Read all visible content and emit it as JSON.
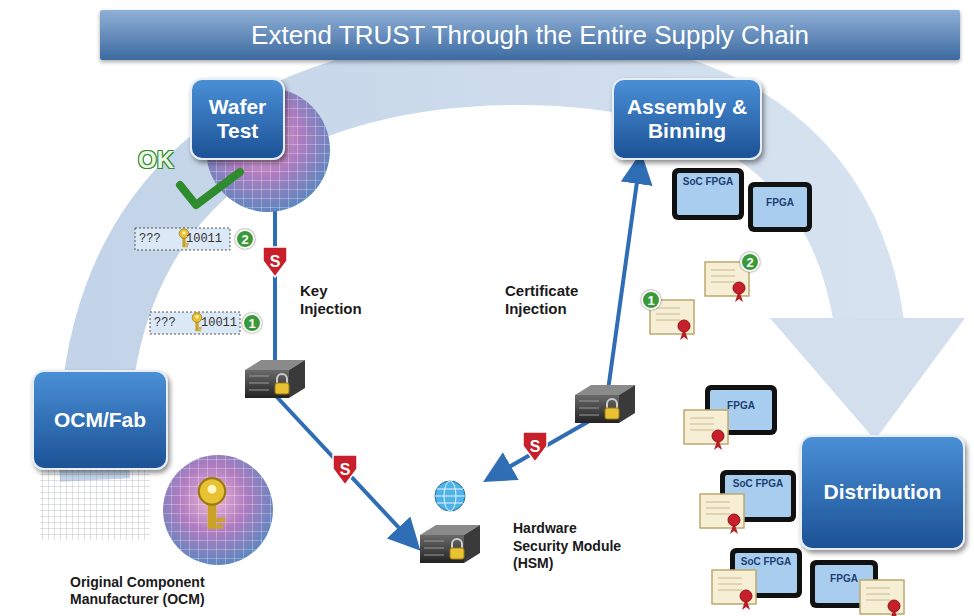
{
  "diagram": {
    "title": "Extend TRUST Through the Entire Supply Chain",
    "nodes": [
      {
        "text": [
          "Wafer Test"
        ]
      },
      {
        "text": [
          "Assembly & Binning"
        ]
      },
      {
        "text": [
          "OCM/Fab"
        ]
      },
      {
        "text": [
          "Hardware Security Module (HSM)"
        ]
      },
      {
        "text": [
          "Distribution"
        ]
      }
    ],
    "edges": [
      {
        "from": 3,
        "to": 0,
        "arrow": "both",
        "label": "Key Injection"
      },
      {
        "from": 3,
        "to": 1,
        "arrow": "both",
        "label": "Certificate Injection"
      }
    ],
    "labels": [
      "OK",
      "???",
      "10011",
      "2",
      "???",
      "10011",
      "1",
      "S",
      "S",
      "S",
      "SoC FPGA",
      "FPGA",
      "1",
      "2",
      "FPGA",
      "SoC FPGA",
      "SoC FPGA",
      "FPGA",
      "Original Component Manufacturer (OCM)"
    ]
  }
}
